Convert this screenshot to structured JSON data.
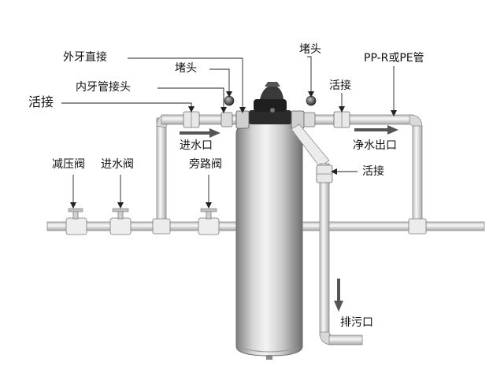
{
  "labels": {
    "external_thread_union": "外牙直接",
    "plug_left": "堵头",
    "internal_thread_joint": "内牙管接头",
    "union_left": "活接",
    "inlet": "进水口",
    "pressure_reducing_valve": "减压阀",
    "inlet_valve": "进水阀",
    "bypass_valve": "旁路阀",
    "plug_right": "堵头",
    "pipe_material": "PP-R或PE管",
    "union_right_top": "活接",
    "clean_water_outlet": "净水出口",
    "union_right_mid": "活接",
    "drain_outlet": "排污口"
  },
  "colors": {
    "pipe": "#e6e6e6",
    "pipe_edge": "#8a8a8a",
    "tank_light": "#f2f2f2",
    "tank_dark": "#8c8c8c",
    "valve_head": "#2b2b2b",
    "arrow": "#555555"
  }
}
